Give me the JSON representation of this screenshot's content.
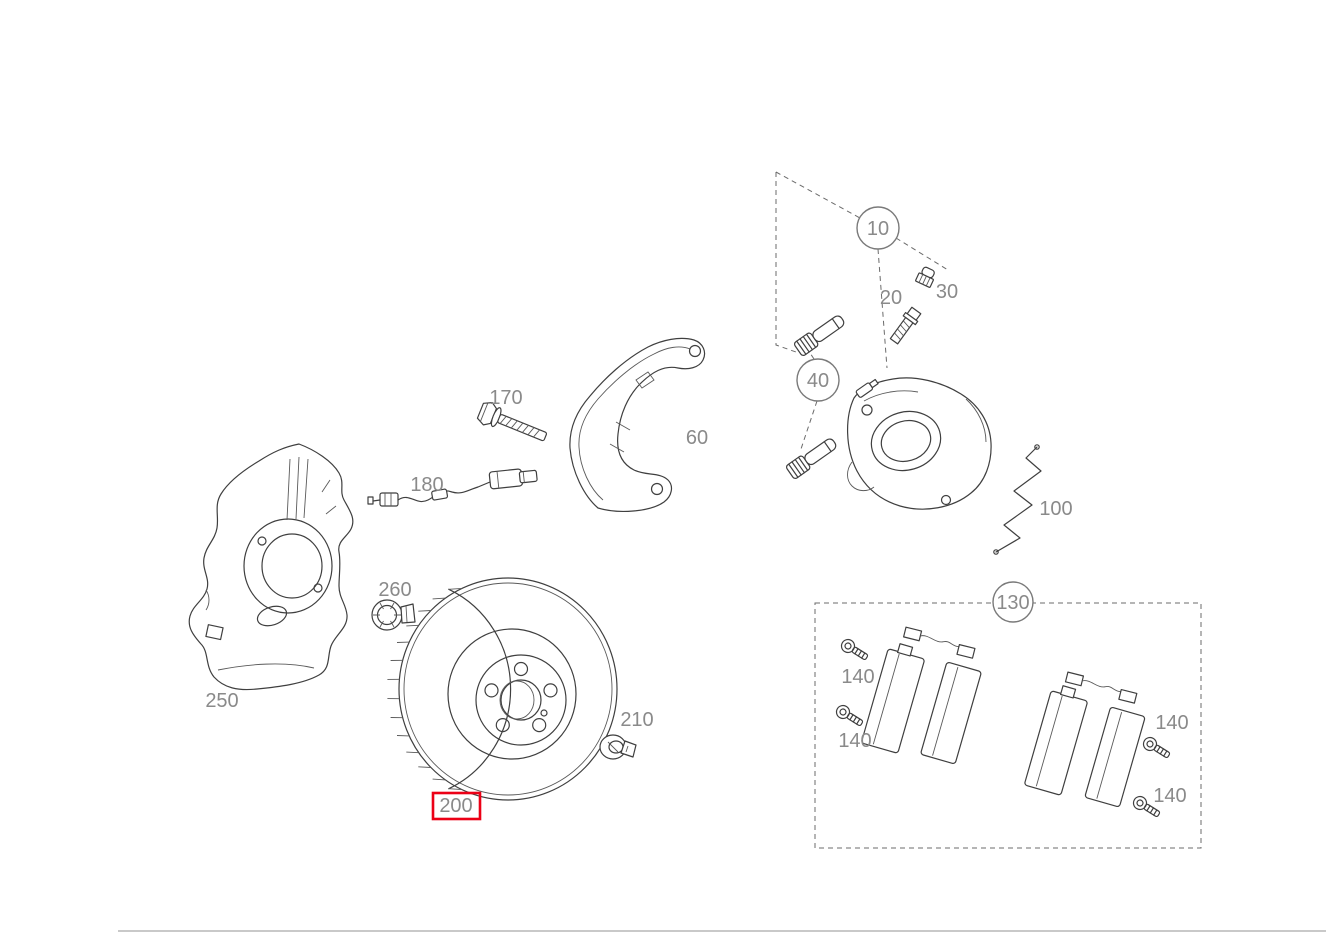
{
  "page": {
    "background": "#ffffff",
    "line_color": "#3f3f3f",
    "label_color": "#8a8a8a",
    "highlight_color": "#ec0016"
  },
  "diagram": {
    "name": "front-brake-exploded-parts-diagram",
    "callouts": {
      "c10": {
        "label": "10",
        "style": "circled"
      },
      "c20": {
        "label": "20",
        "style": "plain"
      },
      "c30": {
        "label": "30",
        "style": "plain"
      },
      "c40": {
        "label": "40",
        "style": "circled"
      },
      "c60": {
        "label": "60",
        "style": "plain"
      },
      "c100": {
        "label": "100",
        "style": "plain"
      },
      "c130": {
        "label": "130",
        "style": "circled"
      },
      "c140a": {
        "label": "140",
        "style": "plain"
      },
      "c140b": {
        "label": "140",
        "style": "plain"
      },
      "c140c": {
        "label": "140",
        "style": "plain"
      },
      "c140d": {
        "label": "140",
        "style": "plain"
      },
      "c170": {
        "label": "170",
        "style": "plain"
      },
      "c180": {
        "label": "180",
        "style": "plain"
      },
      "c200": {
        "label": "200",
        "style": "highlighted-red-box"
      },
      "c210": {
        "label": "210",
        "style": "plain"
      },
      "c250": {
        "label": "250",
        "style": "plain"
      },
      "c260": {
        "label": "260",
        "style": "plain"
      }
    }
  }
}
